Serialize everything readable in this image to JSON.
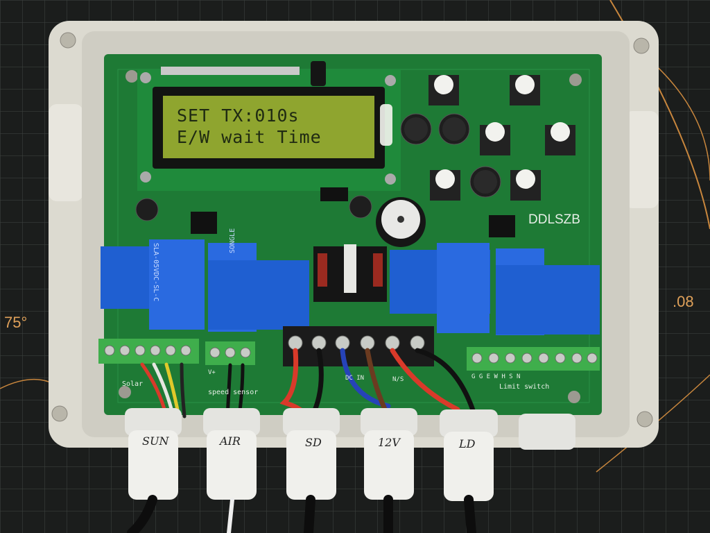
{
  "lcd": {
    "line1": "SET TX:010s",
    "line2": "E/W wait Time"
  },
  "brand": "DDLSZB",
  "relays": {
    "model": "SLA-05VDC-SL-C",
    "brand": "SONGLE"
  },
  "labels": {
    "solar": "Solar",
    "speed_sensor": "speed sensor",
    "dc_in": "DC IN",
    "ns": "N/S",
    "limit_switch": "Limit switch",
    "ggewhsn": "G G E W H S N",
    "vplus": "V+"
  },
  "glands": [
    "SUN",
    "AIR",
    "SD",
    "12V",
    "LD"
  ],
  "mat_marks": {
    "left": "75°",
    "right": ".08"
  },
  "colors": {
    "board": "#1e7a35",
    "enclosure": "#e8e6de",
    "relay": "#1f5fd1",
    "lcd": "#8fa52f",
    "terminal": "#3fae4c"
  }
}
